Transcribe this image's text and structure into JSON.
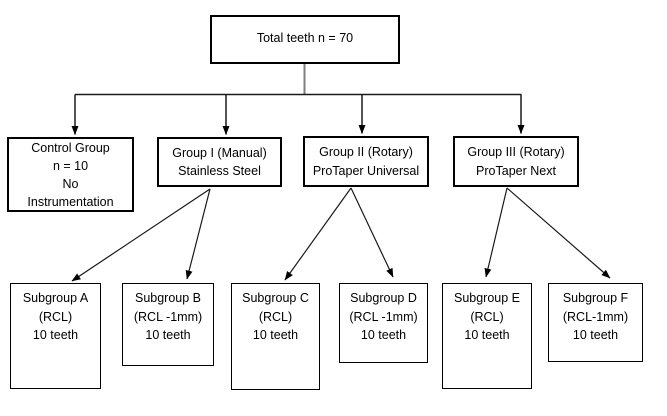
{
  "flowchart": {
    "root": {
      "lines": [
        "Total teeth n = 70"
      ]
    },
    "groups": [
      {
        "id": "control-group",
        "lines": [
          "Control Group",
          "n = 10",
          "No",
          "Instrumentation"
        ]
      },
      {
        "id": "group-1",
        "lines": [
          "Group I (Manual)",
          "Stainless Steel"
        ]
      },
      {
        "id": "group-2",
        "lines": [
          "Group II (Rotary)",
          "ProTaper Universal"
        ]
      },
      {
        "id": "group-3",
        "lines": [
          "Group III (Rotary)",
          "ProTaper Next"
        ]
      }
    ],
    "subgroups": [
      {
        "id": "subgroup-a",
        "lines": [
          "Subgroup A",
          "(RCL)",
          "10 teeth"
        ]
      },
      {
        "id": "subgroup-b",
        "lines": [
          "Subgroup B",
          "(RCL -1mm)",
          "10 teeth"
        ]
      },
      {
        "id": "subgroup-c",
        "lines": [
          "Subgroup C",
          "(RCL)",
          "10 teeth"
        ]
      },
      {
        "id": "subgroup-d",
        "lines": [
          "Subgroup D",
          "(RCL -1mm)",
          "10 teeth"
        ]
      },
      {
        "id": "subgroup-e",
        "lines": [
          "Subgroup E",
          "(RCL)",
          "10 teeth"
        ]
      },
      {
        "id": "subgroup-f",
        "lines": [
          "Subgroup F",
          "(RCL-1mm)",
          "10 teeth"
        ]
      }
    ],
    "colors": {
      "connector_line": "#1a1a1a",
      "root_stem": "#7f7f7f",
      "arrowhead": "#000000",
      "box_border": "#000000",
      "box_fill": "#ffffff",
      "text": "#000000",
      "page_background": "#ffffff"
    }
  }
}
